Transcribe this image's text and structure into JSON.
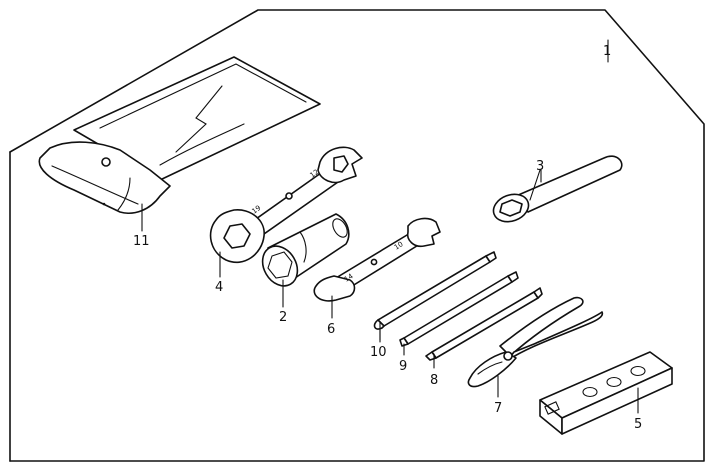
{
  "callouts": [
    {
      "id": "1",
      "label": "1"
    },
    {
      "id": "2",
      "label": "2"
    },
    {
      "id": "3",
      "label": "3"
    },
    {
      "id": "4",
      "label": "4"
    },
    {
      "id": "5",
      "label": "5"
    },
    {
      "id": "6",
      "label": "6"
    },
    {
      "id": "7",
      "label": "7"
    },
    {
      "id": "8",
      "label": "8"
    },
    {
      "id": "9",
      "label": "9"
    },
    {
      "id": "10",
      "label": "10"
    },
    {
      "id": "11",
      "label": "11"
    }
  ],
  "wrench_markings": {
    "big_wrench_ring": "19",
    "big_wrench_open": "12",
    "small_wrench_ring": "14",
    "small_wrench_open": "10"
  }
}
